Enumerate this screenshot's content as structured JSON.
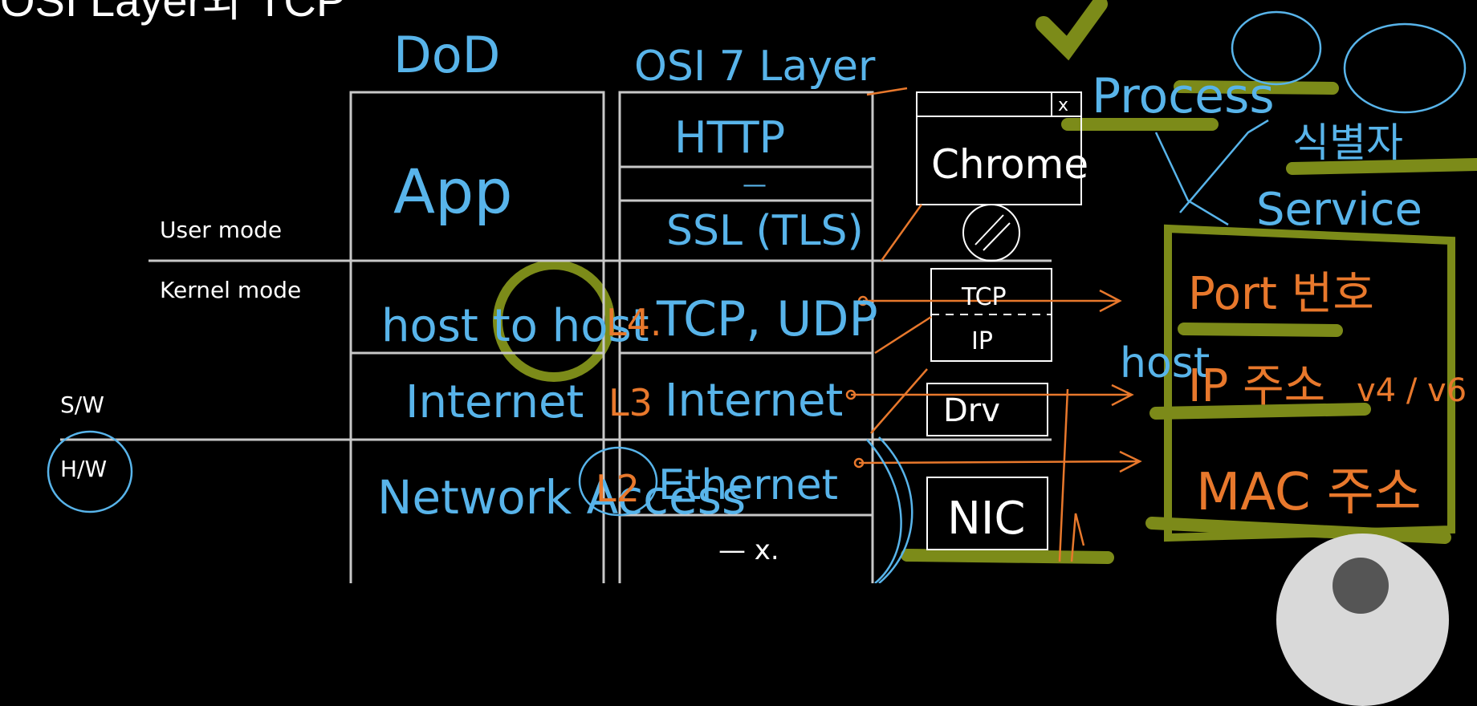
{
  "slide": {
    "title_fragment": "OSI Layer와 TCP",
    "mode_labels": {
      "user": "User mode",
      "kernel": "Kernel mode",
      "sw": "S/W",
      "hw": "H/W"
    }
  },
  "diagram": {
    "dod_header": "DoD",
    "osi_header": "OSI 7 Layer",
    "dod_layers": [
      "App",
      "host to host",
      "Internet",
      "Network Access"
    ],
    "osi_layers": [
      "HTTP",
      "—",
      "SSL (TLS)",
      "TCP, UDP",
      "Internet",
      "Ethernet",
      "— x."
    ],
    "layer_numbers": [
      "L4.",
      "L3",
      "L2"
    ],
    "components": {
      "chrome": "Chrome",
      "tcp": "TCP",
      "ip": "IP",
      "driver": "Drv",
      "nic": "NIC"
    },
    "notes": {
      "process": "Process",
      "service": "Service",
      "port": "Port 번호",
      "host": "host",
      "ip_addr": "IP 주소",
      "ip_versions": "v4 / v6",
      "mac": "MAC 주소",
      "identifier": "식별자"
    }
  },
  "colors": {
    "background": "#000000",
    "ink_blue": "#58b4ea",
    "ink_orange": "#e8782c",
    "highlight": "#8a9a1c",
    "frame": "#c8c8c8"
  }
}
